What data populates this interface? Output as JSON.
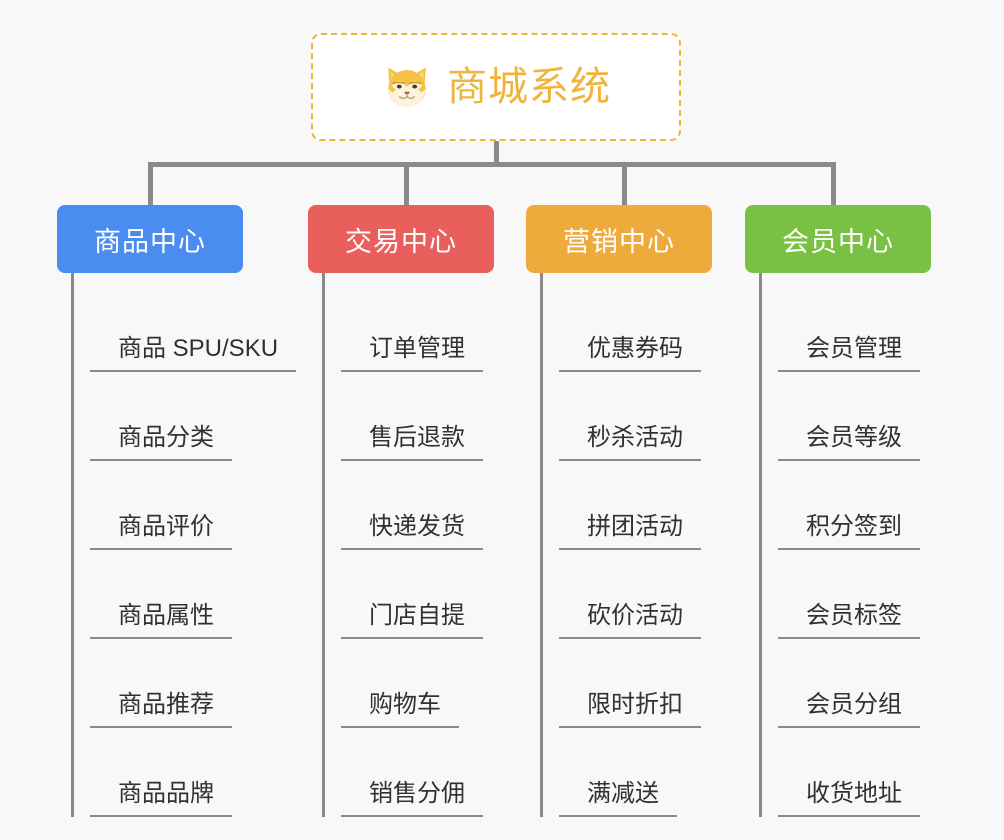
{
  "page": {
    "background_color": "#f8f8f8",
    "line_color": "#8a8a8a"
  },
  "root": {
    "title": "商城系统",
    "icon": "shiba-dog-face-icon",
    "accent_color": "#f0b43c",
    "border_style": "dashed"
  },
  "categories": [
    {
      "label": "商品中心",
      "color": "#4a8cf0",
      "items": [
        {
          "label": "商品 SPU/SKU"
        },
        {
          "label": "商品分类"
        },
        {
          "label": "商品评价"
        },
        {
          "label": "商品属性"
        },
        {
          "label": "商品推荐"
        },
        {
          "label": "商品品牌"
        }
      ]
    },
    {
      "label": "交易中心",
      "color": "#e85f5c",
      "items": [
        {
          "label": "订单管理"
        },
        {
          "label": "售后退款"
        },
        {
          "label": "快递发货"
        },
        {
          "label": "门店自提"
        },
        {
          "label": "购物车"
        },
        {
          "label": "销售分佣"
        }
      ]
    },
    {
      "label": "营销中心",
      "color": "#eeab3c",
      "items": [
        {
          "label": "优惠券码"
        },
        {
          "label": "秒杀活动"
        },
        {
          "label": "拼团活动"
        },
        {
          "label": "砍价活动"
        },
        {
          "label": "限时折扣"
        },
        {
          "label": "满减送"
        }
      ]
    },
    {
      "label": "会员中心",
      "color": "#7ac143",
      "items": [
        {
          "label": "会员管理"
        },
        {
          "label": "会员等级"
        },
        {
          "label": "积分签到"
        },
        {
          "label": "会员标签"
        },
        {
          "label": "会员分组"
        },
        {
          "label": "收货地址"
        }
      ]
    }
  ]
}
